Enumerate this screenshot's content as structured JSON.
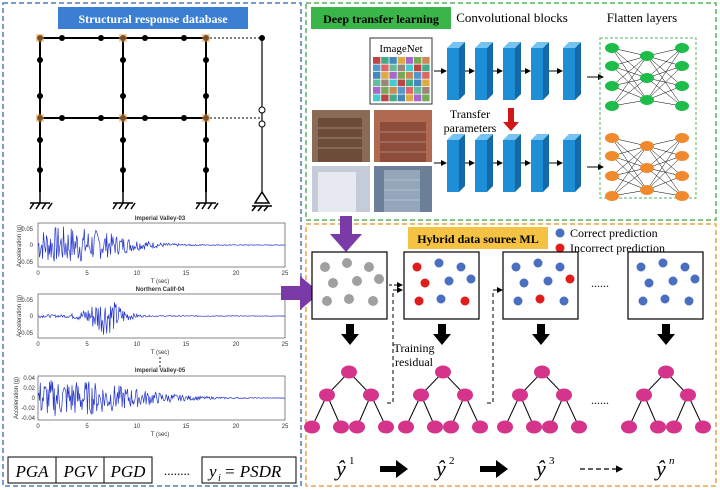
{
  "panels": {
    "structural": {
      "title": "Structural response database"
    },
    "transfer": {
      "title": "Deep transfer learning",
      "conv_label": "Convolutional blocks",
      "flatten_label": "Flatten layers",
      "imagenet_label": "ImageNet",
      "transfer_label_1": "Transfer",
      "transfer_label_2": "parameters"
    },
    "hybrid": {
      "title": "Hybrid data souree ML",
      "legend_correct": "Correct prediction",
      "legend_incorrect": "Incorrect prediction",
      "residual_label_1": "Training",
      "residual_label_2": "residual",
      "dots": "......",
      "predictions": [
        "ŷ",
        "ŷ",
        "ŷ",
        "ŷ"
      ],
      "superscripts": [
        "1",
        "2",
        "3",
        "n"
      ]
    }
  },
  "records": [
    {
      "title": "Imperial Valley-03",
      "xlabel": "T (sec)",
      "ylabel": "Acceleration (g)",
      "xticks": [
        "0",
        "5",
        "10",
        "15",
        "20",
        "25"
      ],
      "yticks": [
        "0.05",
        "0",
        "-0.05"
      ]
    },
    {
      "title": "Northern Calif-04",
      "xlabel": "T (sec)",
      "ylabel": "Acceleration (g)",
      "xticks": [
        "0",
        "5",
        "10",
        "15",
        "20",
        "25"
      ],
      "yticks": [
        "0.05",
        "0",
        "-0.05"
      ]
    },
    {
      "title": "Imperial Valley-05",
      "xlabel": "T (sec)",
      "ylabel": "Acceleration (g)",
      "xticks": [
        "0",
        "5",
        "10",
        "15",
        "20",
        "25"
      ],
      "yticks": [
        "0.04",
        "0.02",
        "0",
        "-0.02",
        "-0.04"
      ]
    }
  ],
  "features": {
    "items": [
      "PGA",
      "PGV",
      "PGD"
    ],
    "dots": "........",
    "target_left": "y",
    "target_sub": "i",
    "target_right": "= PSDR"
  },
  "colors": {
    "panel_blue_border": "#4a7fc1",
    "panel_green_border": "#57b35c",
    "panel_orange_border": "#e8a64c",
    "title_blue": "#3b7fd4",
    "title_green": "#3ab54a",
    "title_orange": "#f5c243",
    "conv_block": "#1e8fd6",
    "neuron_green": "#1ebd4a",
    "neuron_orange": "#f08a2c",
    "arrow_purple": "#7a3aa8",
    "tree_node": "#d6338a",
    "point_gray": "#a0a0a0",
    "point_blue": "#4a6fc2",
    "point_red": "#e21b1b"
  }
}
